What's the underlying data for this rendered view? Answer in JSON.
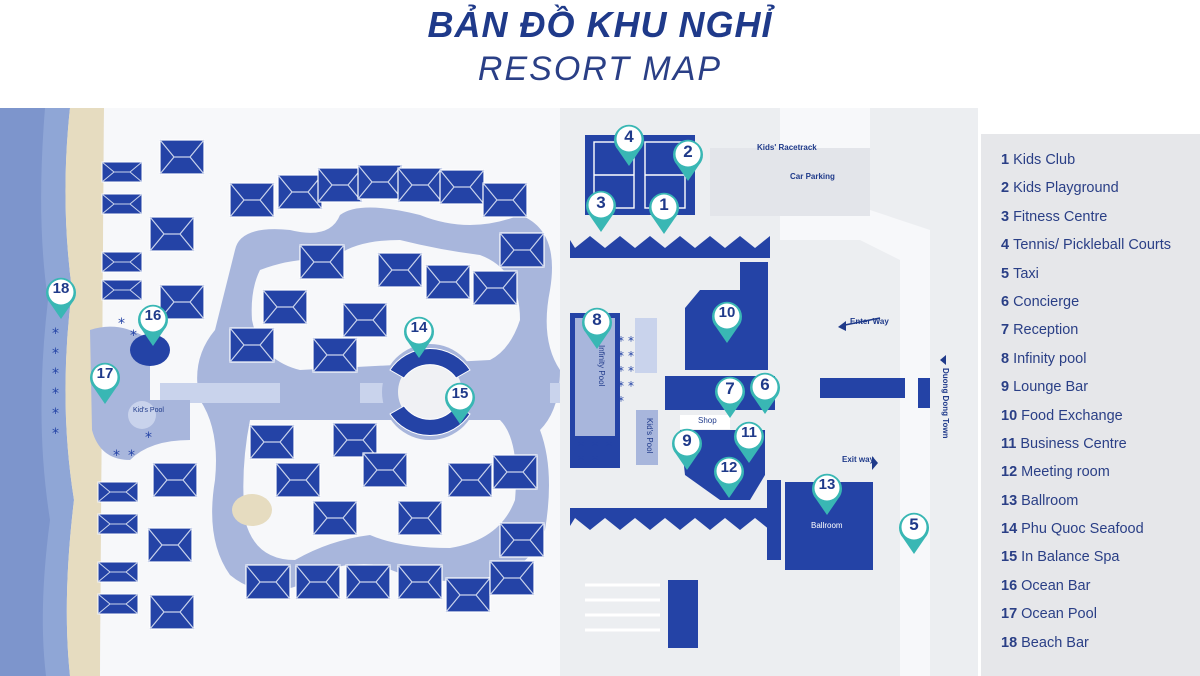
{
  "title_vn": "BẢN ĐỒ KHU NGHỈ",
  "title_en": "RESORT MAP",
  "colors": {
    "navy": "#1f3a8a",
    "building": "#2443a6",
    "light": "#a8b6dc",
    "pale": "#c9d3ec",
    "teal": "#39b7b4",
    "sea": "#8fa6d6",
    "sand": "#e6dcc0",
    "gray": "#e6e7ea"
  },
  "labels": {
    "kids_racetrack": "Kids' Racetrack",
    "car_parking": "Car Parking",
    "infinity_pool": "Infinity Pool",
    "kids_pool_building": "Kid's Pool",
    "shop": "Shop",
    "ballroom": "Ballroom",
    "kids_pool": "Kid's Pool",
    "enter_way": "Enter Way",
    "exit_way": "Exit way",
    "duong_dong_town": "Duong Dong Town"
  },
  "legend": [
    {
      "num": "1",
      "label": "Kids Club"
    },
    {
      "num": "2",
      "label": "Kids Playground"
    },
    {
      "num": "3",
      "label": "Fitness Centre"
    },
    {
      "num": "4",
      "label": "Tennis/ Pickleball Courts"
    },
    {
      "num": "5",
      "label": "Taxi"
    },
    {
      "num": "6",
      "label": "Concierge"
    },
    {
      "num": "7",
      "label": "Reception"
    },
    {
      "num": "8",
      "label": "Infinity pool"
    },
    {
      "num": "9",
      "label": "Lounge Bar"
    },
    {
      "num": "10",
      "label": "Food Exchange"
    },
    {
      "num": "11",
      "label": "Business Centre"
    },
    {
      "num": "12",
      "label": "Meeting room"
    },
    {
      "num": "13",
      "label": "Ballroom"
    },
    {
      "num": "14",
      "label": "Phu Quoc Seafood"
    },
    {
      "num": "15",
      "label": "In Balance Spa"
    },
    {
      "num": "16",
      "label": "Ocean Bar"
    },
    {
      "num": "17",
      "label": "Ocean Pool"
    },
    {
      "num": "18",
      "label": "Beach Bar"
    }
  ],
  "markers": [
    "1",
    "2",
    "3",
    "4",
    "5",
    "6",
    "7",
    "8",
    "9",
    "10",
    "11",
    "12",
    "13",
    "14",
    "15",
    "16",
    "17",
    "18"
  ]
}
